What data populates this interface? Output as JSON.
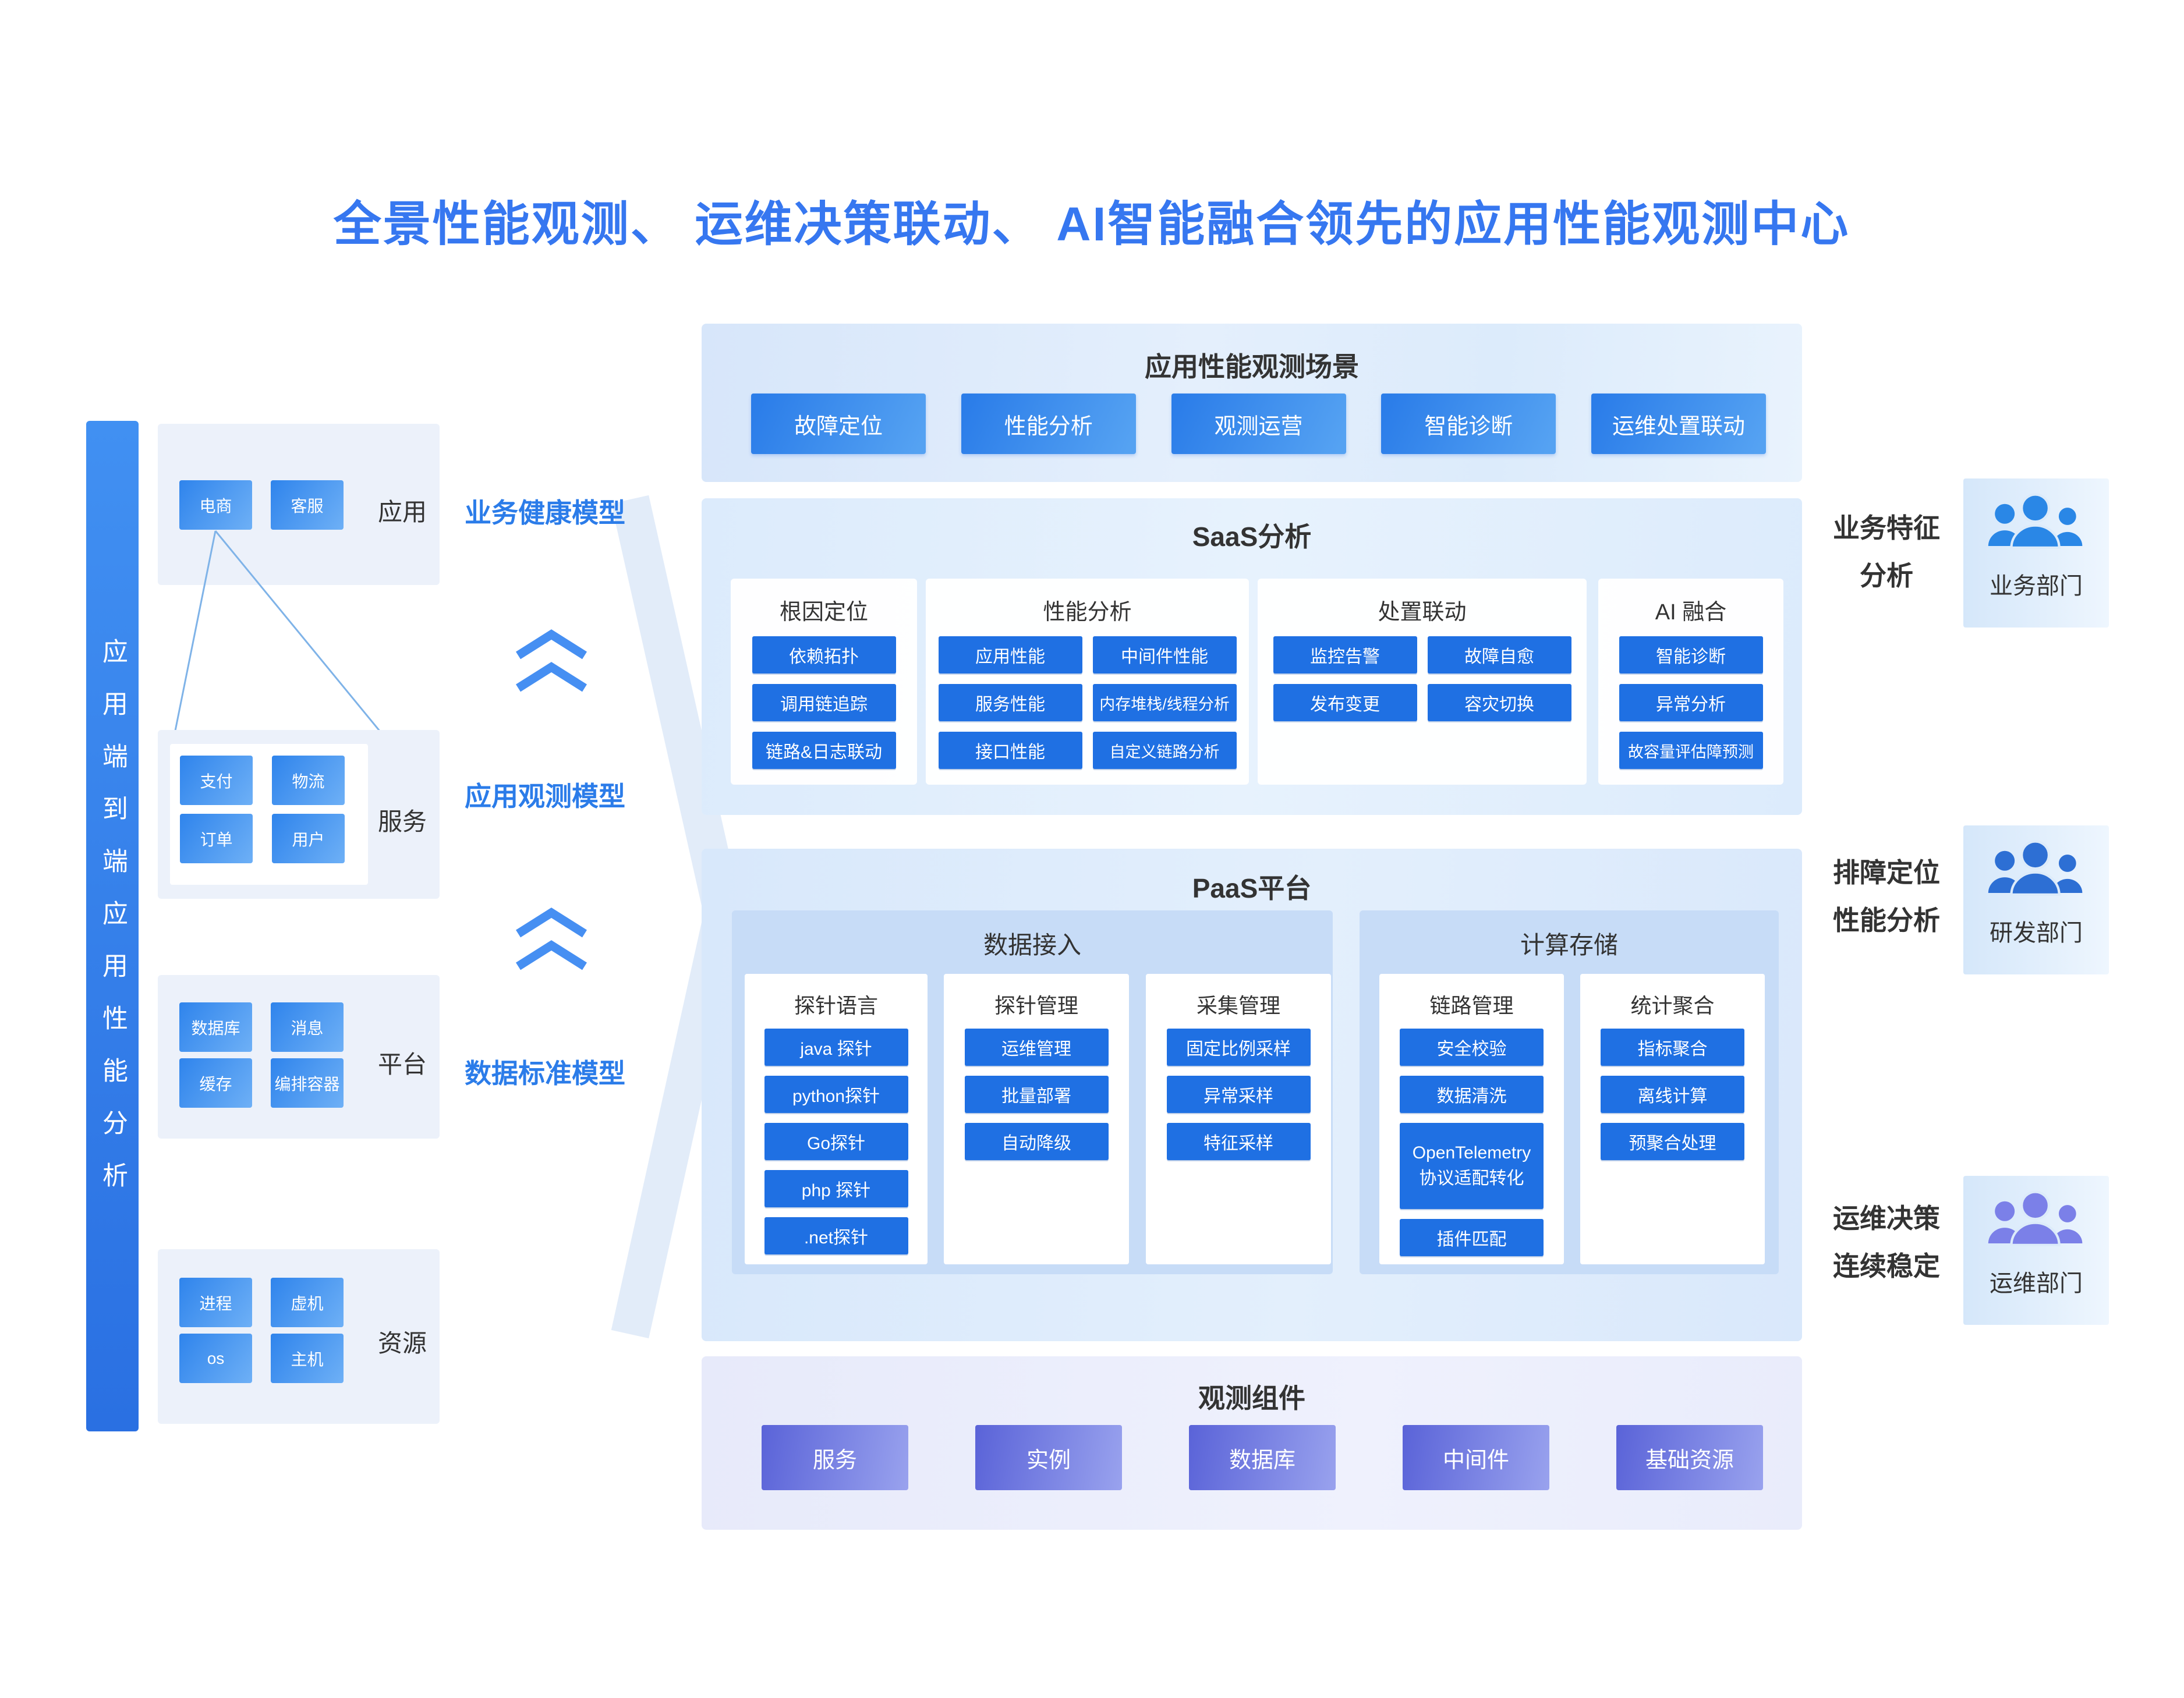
{
  "page_title": "全景性能观测、 运维决策联动、 AI智能融合领先的应用性能观测中心",
  "colors": {
    "title_blue": "#3677f0",
    "pill_blue": "#1f70e3",
    "tile_gradient": [
      "#2f84ec",
      "#6eb0f6"
    ],
    "scene_btn_gradient": [
      "#2b7de9",
      "#55a2f2"
    ],
    "component_purple_gradient": [
      "#5a63d8",
      "#99a2ee"
    ],
    "model_label_blue": "#2b7ce9",
    "section_bg_blue": "#dcebfc",
    "section_bg_purple": "#e9ecfb"
  },
  "left_bar": {
    "text": "应用端到端应用性能分析"
  },
  "left_stack": {
    "groups": [
      {
        "label": "应用",
        "tiles": [
          "电商",
          "客服"
        ]
      },
      {
        "label": "服务",
        "tiles": [
          "支付",
          "物流",
          "订单",
          "用户"
        ]
      },
      {
        "label": "平台",
        "tiles": [
          "数据库",
          "消息",
          "缓存",
          "编排容器"
        ]
      },
      {
        "label": "资源",
        "tiles": [
          "进程",
          "虚机",
          "os",
          "主机"
        ]
      }
    ]
  },
  "models": {
    "items": [
      "业务健康模型",
      "应用观测模型",
      "数据标准模型"
    ]
  },
  "scenes": {
    "title": "应用性能观测场景",
    "buttons": [
      "故障定位",
      "性能分析",
      "观测运营",
      "智能诊断",
      "运维处置联动"
    ]
  },
  "saas": {
    "title": "SaaS分析",
    "columns": [
      {
        "title": "根因定位",
        "items": [
          "依赖拓扑",
          "调用链追踪",
          "链路&日志联动"
        ]
      },
      {
        "title": "性能分析",
        "items": [
          "应用性能",
          "中间件性能",
          "服务性能",
          "内存堆栈/线程分析",
          "接口性能",
          "自定义链路分析"
        ]
      },
      {
        "title": "处置联动",
        "items": [
          "监控告警",
          "故障自愈",
          "发布变更",
          "容灾切换"
        ]
      },
      {
        "title": "AI 融合",
        "items": [
          "智能诊断",
          "异常分析",
          "故容量评估障预测"
        ]
      }
    ]
  },
  "paas": {
    "title": "PaaS平台",
    "panels": [
      {
        "title": "数据接入",
        "columns": [
          {
            "title": "探针语言",
            "items": [
              "java 探针",
              "python探针",
              "Go探针",
              "php 探针",
              ".net探针"
            ]
          },
          {
            "title": "探针管理",
            "items": [
              "运维管理",
              "批量部署",
              "自动降级"
            ]
          },
          {
            "title": "采集管理",
            "items": [
              "固定比例采样",
              "异常采样",
              "特征采样"
            ]
          }
        ]
      },
      {
        "title": "计算存储",
        "columns": [
          {
            "title": "链路管理",
            "items": [
              "安全校验",
              "数据清洗",
              "OpenTelemetry 协议适配转化",
              "插件匹配"
            ]
          },
          {
            "title": "统计聚合",
            "items": [
              "指标聚合",
              "离线计算",
              "预聚合处理"
            ]
          }
        ]
      }
    ]
  },
  "components": {
    "title": "观测组件",
    "buttons": [
      "服务",
      "实例",
      "数据库",
      "中间件",
      "基础资源"
    ]
  },
  "right_side": {
    "entries": [
      {
        "caption_line1": "业务特征",
        "caption_line2": "分析",
        "dept": "业务部门",
        "icon": "people-group-icon",
        "icon_style": "color:#2a87e6"
      },
      {
        "caption_line1": "排障定位",
        "caption_line2": "性能分析",
        "dept": "研发部门",
        "icon": "people-group-icon",
        "icon_style": "color:#2d6fd4"
      },
      {
        "caption_line1": "运维决策",
        "caption_line2": "连续稳定",
        "dept": "运维部门",
        "icon": "people-group-icon",
        "icon_style": "color:#7b80e8"
      }
    ]
  }
}
